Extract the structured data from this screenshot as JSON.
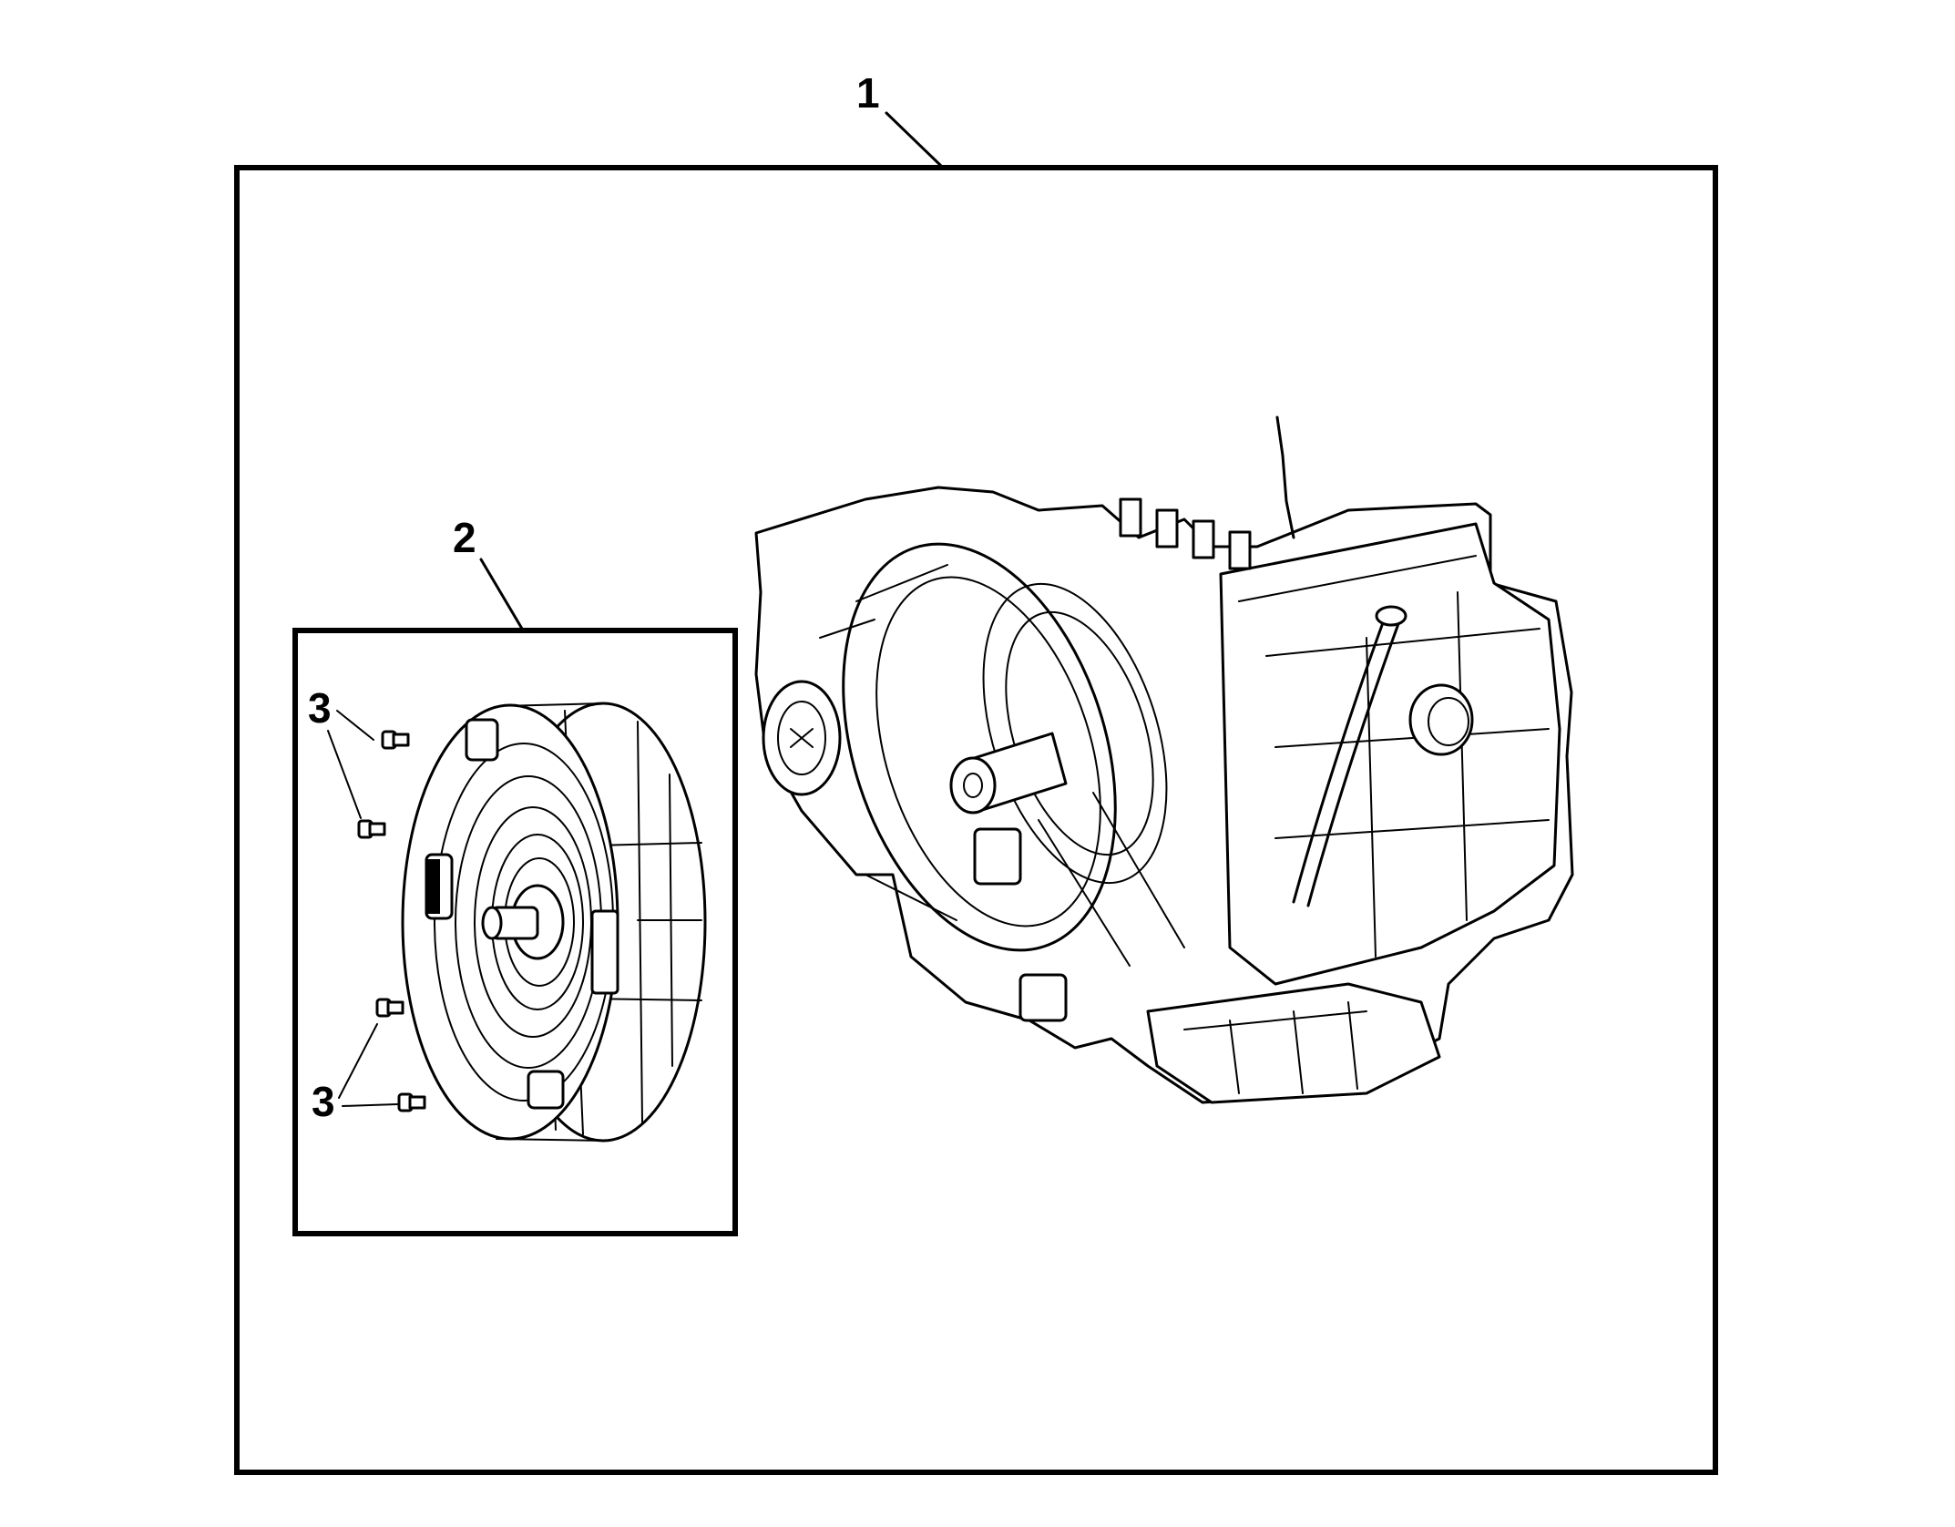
{
  "callouts": {
    "assembly": "1",
    "torque_converter": "2",
    "bolts_upper": "3",
    "bolts_lower": "3"
  },
  "colors": {
    "line": "#000000",
    "background": "#ffffff"
  }
}
